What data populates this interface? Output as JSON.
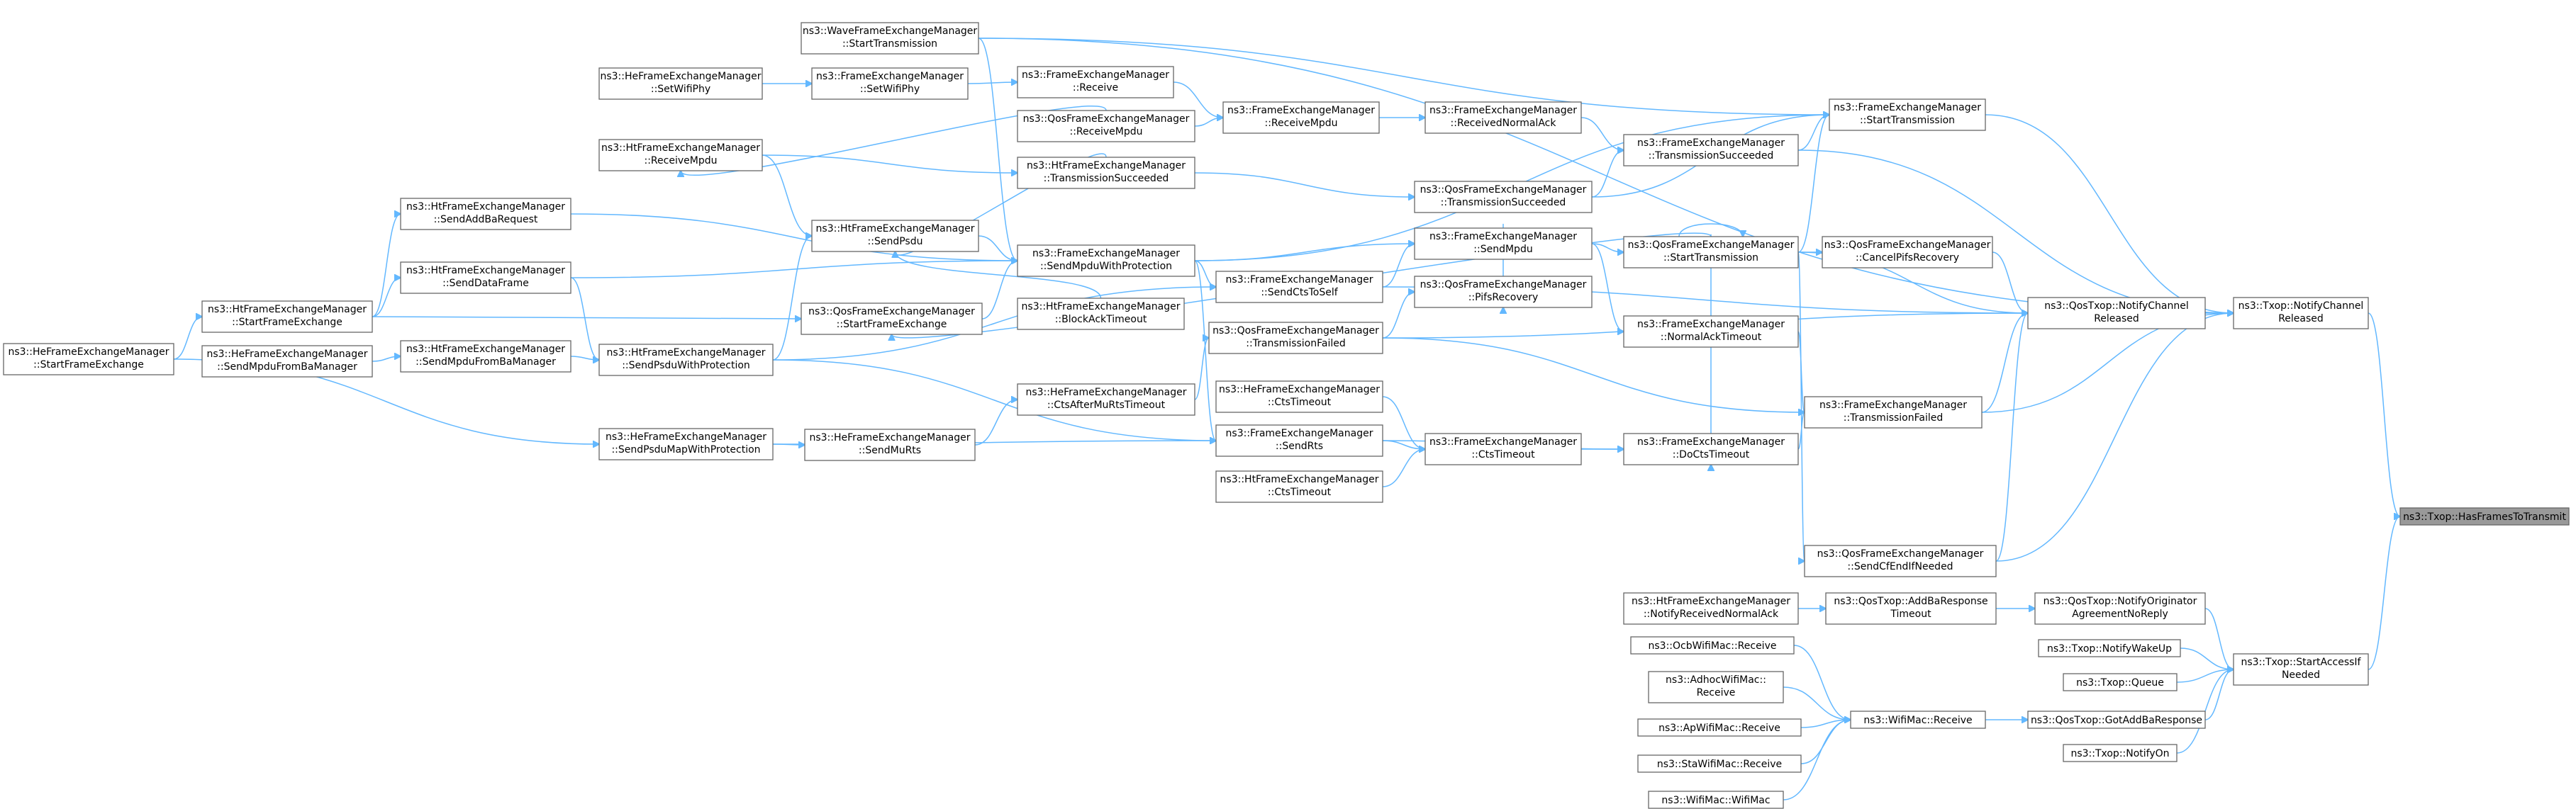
{
  "graph": {
    "nodes": [
      {
        "id": "root",
        "lines": [
          "ns3::Txop::HasFramesToTransmit"
        ]
      },
      {
        "id": "txop_ncr",
        "lines": [
          "ns3::Txop::NotifyChannel",
          "Released"
        ]
      },
      {
        "id": "txop_sai",
        "lines": [
          "ns3::Txop::StartAccessIf",
          "Needed"
        ]
      },
      {
        "id": "qtx_ncr",
        "lines": [
          "ns3::QosTxop::NotifyChannel",
          "Released"
        ]
      },
      {
        "id": "fem_st",
        "lines": [
          "ns3::FrameExchangeManager",
          "::StartTransmission"
        ]
      },
      {
        "id": "fem_tf",
        "lines": [
          "ns3::FrameExchangeManager",
          "::TransmissionFailed"
        ]
      },
      {
        "id": "qfem_scfe",
        "lines": [
          "ns3::QosFrameExchangeManager",
          "::SendCfEndIfNeeded"
        ]
      },
      {
        "id": "qfem_st",
        "lines": [
          "ns3::QosFrameExchangeManager",
          "::StartTransmission"
        ]
      },
      {
        "id": "qfem_cpr",
        "lines": [
          "ns3::QosFrameExchangeManager",
          "::CancelPifsRecovery"
        ]
      },
      {
        "id": "fem_ts",
        "lines": [
          "ns3::FrameExchangeManager",
          "::TransmissionSucceeded"
        ]
      },
      {
        "id": "qfem_ts",
        "lines": [
          "ns3::QosFrameExchangeManager",
          "::TransmissionSucceeded"
        ]
      },
      {
        "id": "fem_rna",
        "lines": [
          "ns3::FrameExchangeManager",
          "::ReceivedNormalAck"
        ]
      },
      {
        "id": "fem_rm",
        "lines": [
          "ns3::FrameExchangeManager",
          "::ReceiveMpdu"
        ]
      },
      {
        "id": "fem_sm",
        "lines": [
          "ns3::FrameExchangeManager",
          "::SendMpdu"
        ]
      },
      {
        "id": "qfem_pr",
        "lines": [
          "ns3::QosFrameExchangeManager",
          "::PifsRecovery"
        ]
      },
      {
        "id": "fem_nat",
        "lines": [
          "ns3::FrameExchangeManager",
          "::NormalAckTimeout"
        ]
      },
      {
        "id": "qfem_tf",
        "lines": [
          "ns3::QosFrameExchangeManager",
          "::TransmissionFailed"
        ]
      },
      {
        "id": "fem_dct",
        "lines": [
          "ns3::FrameExchangeManager",
          "::DoCtsTimeout"
        ]
      },
      {
        "id": "fem_ct",
        "lines": [
          "ns3::FrameExchangeManager",
          "::CtsTimeout"
        ]
      },
      {
        "id": "hem_ct",
        "lines": [
          "ns3::HeFrameExchangeManager",
          "::CtsTimeout"
        ]
      },
      {
        "id": "htm_ct",
        "lines": [
          "ns3::HtFrameExchangeManager",
          "::CtsTimeout"
        ]
      },
      {
        "id": "fem_sr",
        "lines": [
          "ns3::FrameExchangeManager",
          "::SendRts"
        ]
      },
      {
        "id": "fem_scts",
        "lines": [
          "ns3::FrameExchangeManager",
          "::SendCtsToSelf"
        ]
      },
      {
        "id": "htm_bat",
        "lines": [
          "ns3::HtFrameExchangeManager",
          "::BlockAckTimeout"
        ]
      },
      {
        "id": "hem_camrt",
        "lines": [
          "ns3::HeFrameExchangeManager",
          "::CtsAfterMuRtsTimeout"
        ]
      },
      {
        "id": "fem_smwp",
        "lines": [
          "ns3::FrameExchangeManager",
          "::SendMpduWithProtection"
        ]
      },
      {
        "id": "htm_tsu",
        "lines": [
          "ns3::HtFrameExchangeManager",
          "::TransmissionSucceeded"
        ]
      },
      {
        "id": "qfem_rm",
        "lines": [
          "ns3::QosFrameExchangeManager",
          "::ReceiveMpdu"
        ]
      },
      {
        "id": "fem_rcv",
        "lines": [
          "ns3::FrameExchangeManager",
          "::Receive"
        ]
      },
      {
        "id": "wfem_st",
        "lines": [
          "ns3::WaveFrameExchangeManager",
          "::StartTransmission"
        ]
      },
      {
        "id": "fem_swp",
        "lines": [
          "ns3::FrameExchangeManager",
          "::SetWifiPhy"
        ]
      },
      {
        "id": "hem_swp",
        "lines": [
          "ns3::HeFrameExchangeManager",
          "::SetWifiPhy"
        ]
      },
      {
        "id": "htm_rm",
        "lines": [
          "ns3::HtFrameExchangeManager",
          "::ReceiveMpdu"
        ]
      },
      {
        "id": "htm_sp",
        "lines": [
          "ns3::HtFrameExchangeManager",
          "::SendPsdu"
        ]
      },
      {
        "id": "qfem_sfe",
        "lines": [
          "ns3::QosFrameExchangeManager",
          "::StartFrameExchange"
        ]
      },
      {
        "id": "hem_smr",
        "lines": [
          "ns3::HeFrameExchangeManager",
          "::SendMuRts"
        ]
      },
      {
        "id": "htm_spwp",
        "lines": [
          "ns3::HtFrameExchangeManager",
          "::SendPsduWithProtection"
        ]
      },
      {
        "id": "htm_sabr",
        "lines": [
          "ns3::HtFrameExchangeManager",
          "::SendAddBaRequest"
        ]
      },
      {
        "id": "htm_sdf",
        "lines": [
          "ns3::HtFrameExchangeManager",
          "::SendDataFrame"
        ]
      },
      {
        "id": "htm_smfb",
        "lines": [
          "ns3::HtFrameExchangeManager",
          "::SendMpduFromBaManager"
        ]
      },
      {
        "id": "hem_spmwp",
        "lines": [
          "ns3::HeFrameExchangeManager",
          "::SendPsduMapWithProtection"
        ]
      },
      {
        "id": "htm_sfe",
        "lines": [
          "ns3::HtFrameExchangeManager",
          "::StartFrameExchange"
        ]
      },
      {
        "id": "hem_smfb",
        "lines": [
          "ns3::HeFrameExchangeManager",
          "::SendMpduFromBaManager"
        ]
      },
      {
        "id": "hem_sfe",
        "lines": [
          "ns3::HeFrameExchangeManager",
          "::StartFrameExchange"
        ]
      },
      {
        "id": "qtx_nonr",
        "lines": [
          "ns3::QosTxop::NotifyOriginator",
          "AgreementNoReply"
        ]
      },
      {
        "id": "qtx_abrt",
        "lines": [
          "ns3::QosTxop::AddBaResponse",
          "Timeout"
        ]
      },
      {
        "id": "htm_nrna",
        "lines": [
          "ns3::HtFrameExchangeManager",
          "::NotifyReceivedNormalAck"
        ]
      },
      {
        "id": "txop_nwu",
        "lines": [
          "ns3::Txop::NotifyWakeUp"
        ]
      },
      {
        "id": "txop_q",
        "lines": [
          "ns3::Txop::Queue"
        ]
      },
      {
        "id": "qtx_gabr",
        "lines": [
          "ns3::QosTxop::GotAddBaResponse"
        ]
      },
      {
        "id": "txop_non",
        "lines": [
          "ns3::Txop::NotifyOn"
        ]
      },
      {
        "id": "wmac_rcv",
        "lines": [
          "ns3::WifiMac::Receive"
        ]
      },
      {
        "id": "ocb_rcv",
        "lines": [
          "ns3::OcbWifiMac::Receive"
        ]
      },
      {
        "id": "adhoc_rcv",
        "lines": [
          "ns3::AdhocWifiMac::",
          "Receive"
        ]
      },
      {
        "id": "ap_rcv",
        "lines": [
          "ns3::ApWifiMac::Receive"
        ]
      },
      {
        "id": "sta_rcv",
        "lines": [
          "ns3::StaWifiMac::Receive"
        ]
      },
      {
        "id": "wmac_wmac",
        "lines": [
          "ns3::WifiMac::WifiMac"
        ]
      }
    ]
  }
}
